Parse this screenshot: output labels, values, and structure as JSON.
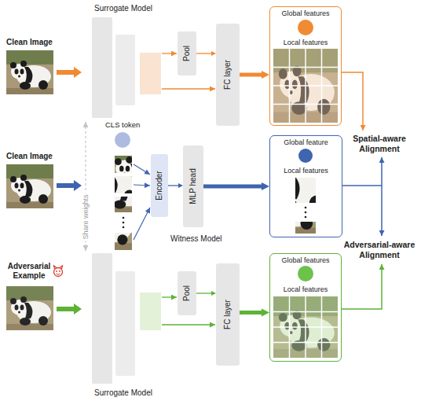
{
  "diagram": {
    "nodes": [
      {
        "text": [
          "Pool"
        ]
      },
      {
        "text": [
          "FC layer"
        ]
      },
      {
        "text": [
          "Global features",
          "Local features"
        ]
      },
      {
        "text": [
          "Encoder"
        ]
      },
      {
        "text": [
          "MLP head"
        ]
      },
      {
        "text": [
          "Global feature",
          "Local features"
        ]
      },
      {
        "text": [
          "Pool"
        ]
      },
      {
        "text": [
          "FC layer"
        ]
      },
      {
        "text": [
          "Global features",
          "Local features"
        ]
      }
    ],
    "edges": [
      {
        "from": 0,
        "to": 1,
        "arrow": "to"
      },
      {
        "from": 1,
        "to": 2,
        "arrow": "to"
      },
      {
        "from": 3,
        "to": 4,
        "arrow": "to"
      },
      {
        "from": 4,
        "to": 5,
        "arrow": "to"
      },
      {
        "from": 6,
        "to": 7,
        "arrow": "to"
      },
      {
        "from": 7,
        "to": 8,
        "arrow": "to"
      }
    ],
    "labels": [
      "Surrogate Model",
      "Clean Image",
      "CLS token",
      "Witness Model",
      "Clean Image",
      "Share weights",
      "Spatial-aware Alignment",
      "Adversarial-aware Alignment",
      "Adversarial Example",
      "Surrogate Model"
    ]
  }
}
